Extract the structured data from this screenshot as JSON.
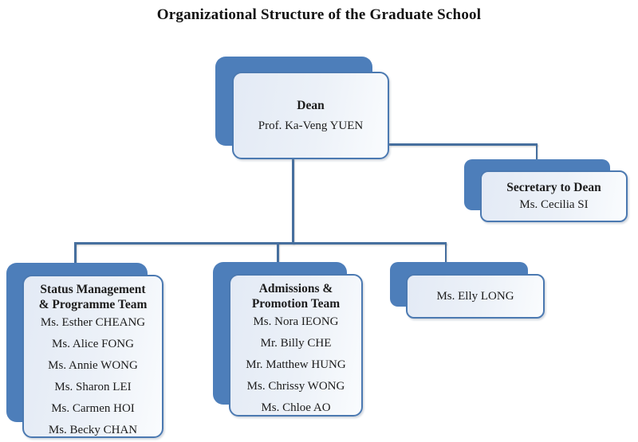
{
  "title": "Organizational Structure of the Graduate School",
  "colors": {
    "accent_blue": "#4d7eba",
    "card_border": "#4b79b1",
    "card_fill_light": "#e3eaf5",
    "connector": "#466f9e",
    "text": "#1c1c1c"
  },
  "nodes": {
    "dean": {
      "title": "Dean",
      "name": "Prof. Ka-Veng YUEN"
    },
    "secretary": {
      "title": "Secretary to Dean",
      "name": "Ms. Cecilia SI"
    },
    "team_status": {
      "title_lines": [
        "Status Management",
        "& Programme Team"
      ],
      "members": [
        "Ms. Esther CHEANG",
        "Ms. Alice FONG",
        "Ms. Annie WONG",
        "Ms. Sharon LEI",
        "Ms. Carmen HOI",
        "Ms. Becky CHAN"
      ]
    },
    "team_admissions": {
      "title_lines": [
        "Admissions &",
        "Promotion Team"
      ],
      "members": [
        "Ms. Nora IEONG",
        "Mr. Billy CHE",
        "Mr. Matthew HUNG",
        "Ms. Chrissy WONG",
        "Ms. Chloe AO"
      ]
    },
    "staff_elly": {
      "name": "Ms. Elly LONG"
    }
  }
}
